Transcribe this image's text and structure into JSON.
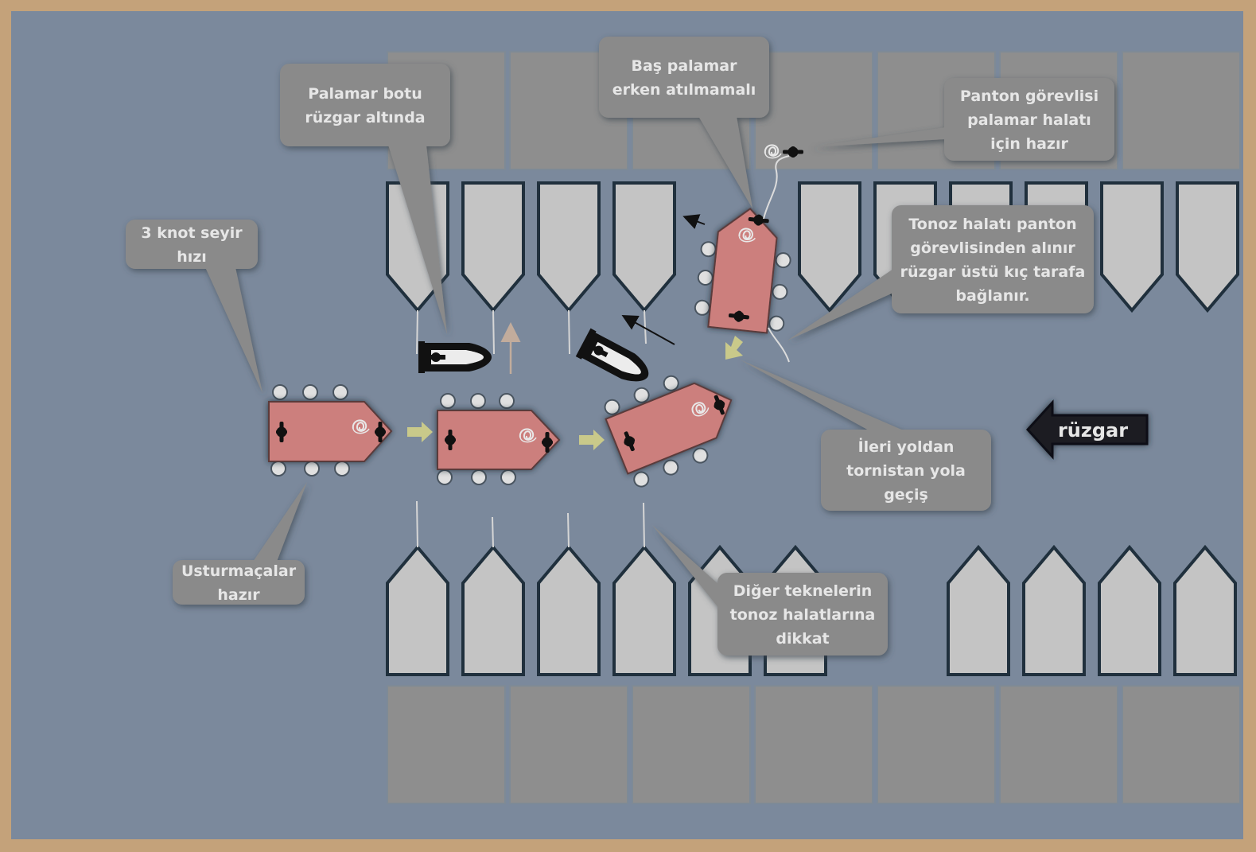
{
  "callouts": {
    "palamar_botu": [
      "Palamar botu",
      "rüzgar altında"
    ],
    "bas_palamar": [
      "Baş palamar",
      "erken atılmamalı"
    ],
    "panton_gorevlisi": [
      "Panton görevlisi",
      "palamar halatı",
      "için hazır"
    ],
    "knot": [
      "3 knot seyir",
      "hızı"
    ],
    "tonoz_halati": [
      "Tonoz halatı panton",
      "görevlisinden alınır",
      "rüzgar üstü kıç tarafa",
      "bağlanır."
    ],
    "ileri_yoldan": [
      "İleri yoldan",
      "tornistan yola",
      "geçiş"
    ],
    "usturmacalar": [
      "Usturmaçalar",
      "hazır"
    ],
    "diger_teknelerin": [
      "Diğer teknelerin",
      "tonoz halatlarına",
      "dikkat"
    ]
  },
  "wind": {
    "label": "rüzgar"
  },
  "colors": {
    "frame": "#c4a27a",
    "water": "#7b899c",
    "pontoon": "#8e8e8e",
    "moored_boat": "#c4c4c4",
    "maneuvering_boat": "#cc7f7d",
    "callout_box": "#8a8a8a",
    "flow_arrow": "#c9c98a"
  }
}
